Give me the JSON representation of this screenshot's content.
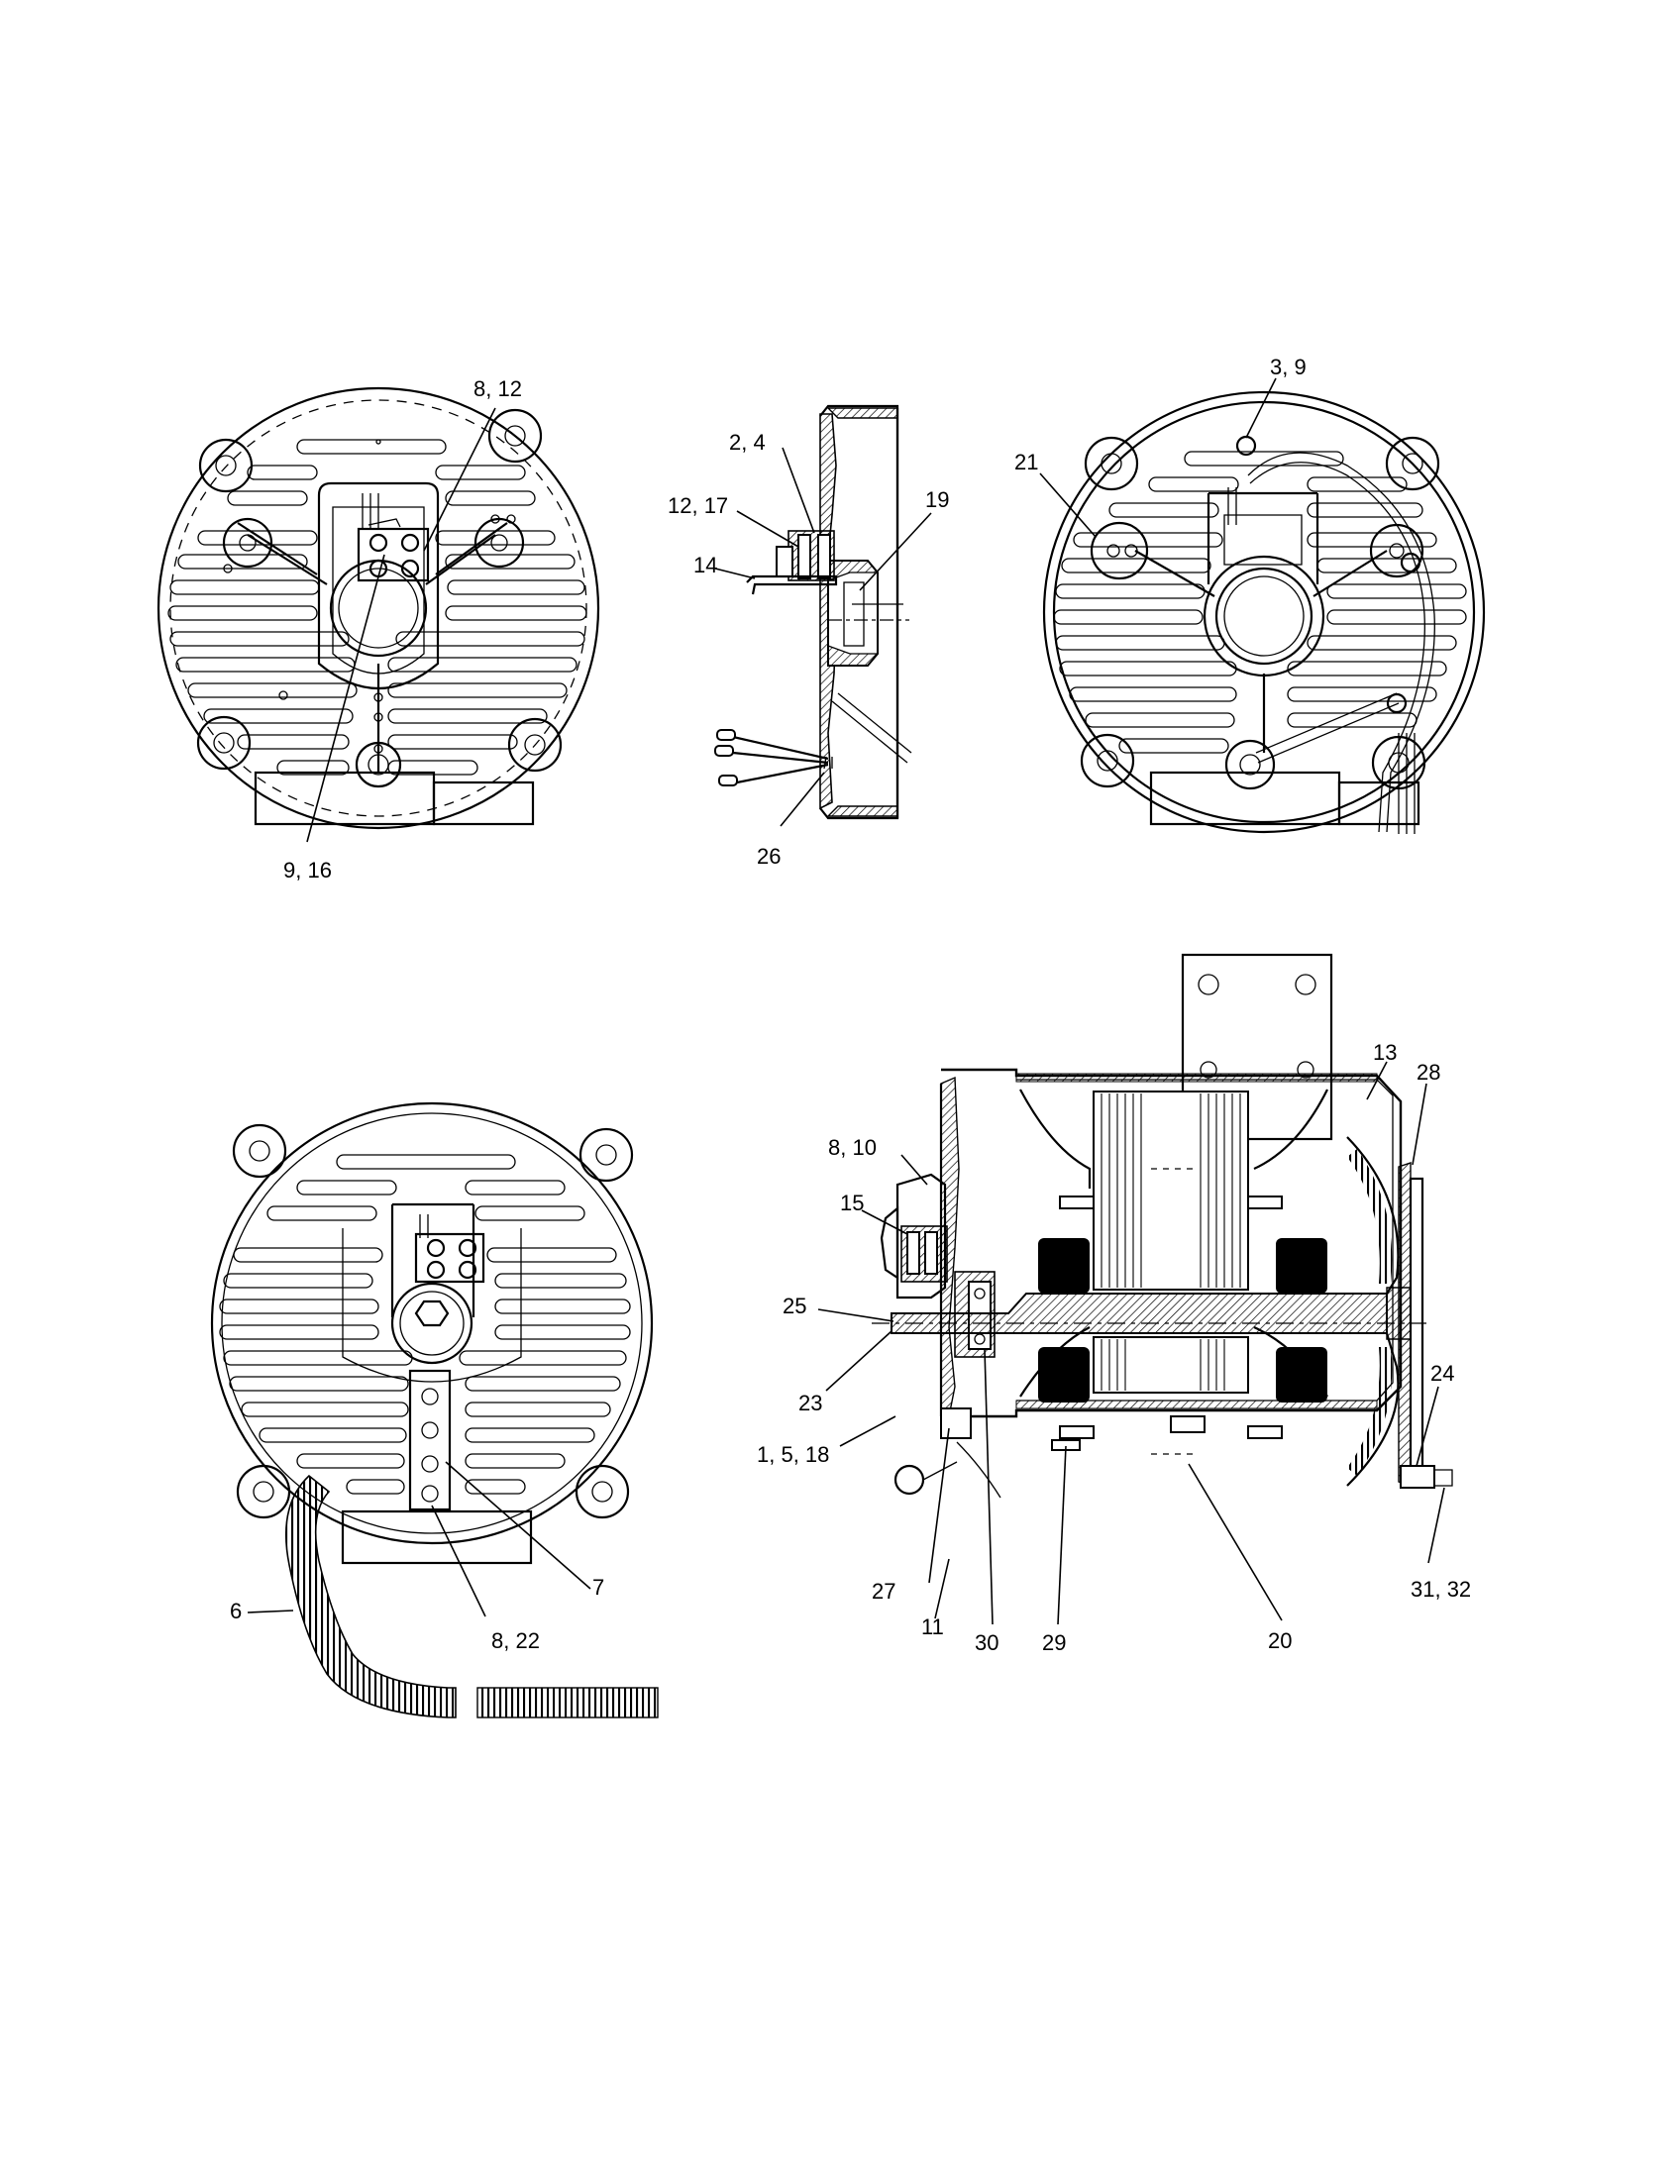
{
  "callouts": {
    "v1_top": "8, 12",
    "v1_bottom": "9, 16",
    "v2_2_4": "2, 4",
    "v2_12_17": "12, 17",
    "v2_14": "14",
    "v2_19": "19",
    "v2_26": "26",
    "v3_3_9": "3, 9",
    "v3_21": "21",
    "v4_6": "6",
    "v4_7": "7",
    "v4_8_22": "8, 22",
    "v5_13": "13",
    "v5_28": "28",
    "v5_8_10": "8, 10",
    "v5_15": "15",
    "v5_25": "25",
    "v5_23": "23",
    "v5_1_5_18": "1, 5, 18",
    "v5_24": "24",
    "v5_27": "27",
    "v5_11": "11",
    "v5_30": "30",
    "v5_29": "29",
    "v5_20": "20",
    "v5_31_32": "31, 32"
  }
}
